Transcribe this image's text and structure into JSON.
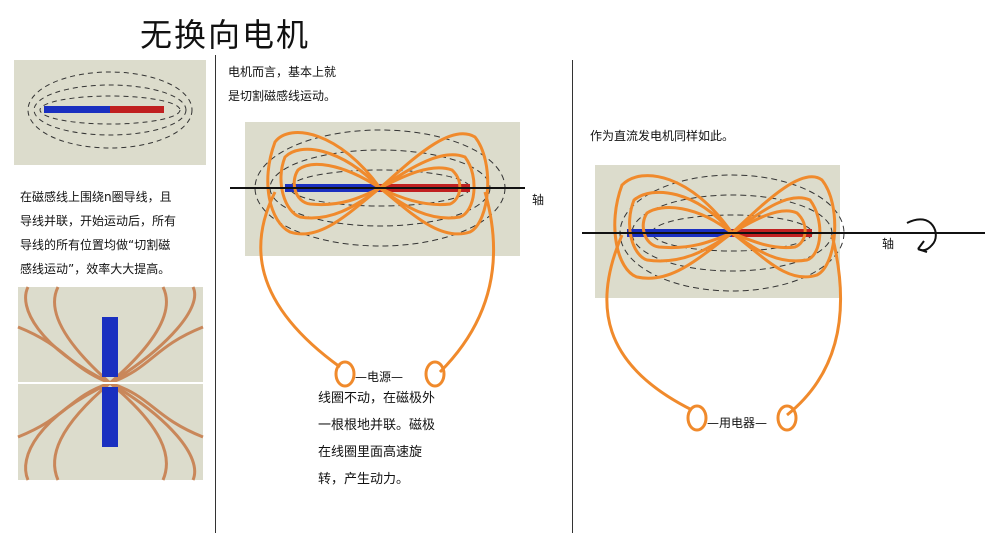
{
  "title": "无换向电机",
  "left": {
    "description": "在磁感线上围绕n圈导线，且导线并联，开始运动后，所有导线的所有位置均做“切割磁感线运动”，效率大大提高。",
    "lines": [
      "在磁感线上围绕n圈导线，且",
      "导线并联，开始运动后，所有",
      "导线的所有位置均做“切割磁",
      "感线运动”，效率大大提高。"
    ]
  },
  "middle": {
    "intro_lines": [
      "电机而言，基本上就",
      "是切割磁感线运动。"
    ],
    "axis_label": "轴",
    "source_label": "—电源—",
    "desc_lines": [
      "线圈不动，在磁极外",
      "一根根地并联。磁极",
      "在线圈里面高速旋",
      "转，产生动力。"
    ]
  },
  "right": {
    "intro": "作为直流发电机同样如此。",
    "axis_label": "轴",
    "load_label": "—用电器—"
  },
  "colors": {
    "coil": "#f08a2c",
    "north": "#1a2fc0",
    "south": "#c02020",
    "panel": "#dcdccc"
  }
}
